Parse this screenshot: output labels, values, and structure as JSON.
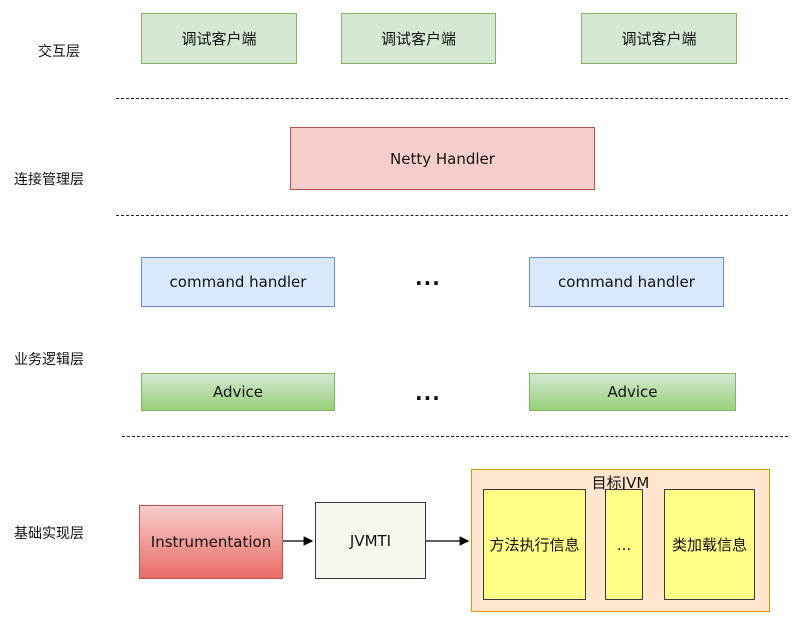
{
  "layers": {
    "interaction": "交互层",
    "connection": "连接管理层",
    "business": "业务逻辑层",
    "foundation": "基础实现层"
  },
  "interaction_layer": {
    "clients": [
      "调试客户端",
      "调试客户端",
      "调试客户端"
    ]
  },
  "connection_layer": {
    "netty": "Netty Handler"
  },
  "business_layer": {
    "handlers": [
      "command handler",
      "command handler"
    ],
    "advices": [
      "Advice",
      "Advice"
    ],
    "ellipsis": "..."
  },
  "foundation_layer": {
    "instrumentation": "Instrumentation",
    "jvmti": "JVMTI",
    "target_jvm": "目标JVM",
    "method_info": "方法执行信息",
    "ellipsis": "...",
    "class_loading_info": "类加载信息"
  },
  "colors": {
    "green_fill": "#d5e8d4",
    "red_fill": "#f8cecc",
    "blue_fill": "#dae8fc",
    "orange_fill": "#ffe6cc",
    "yellow_fill": "#ffff88"
  }
}
